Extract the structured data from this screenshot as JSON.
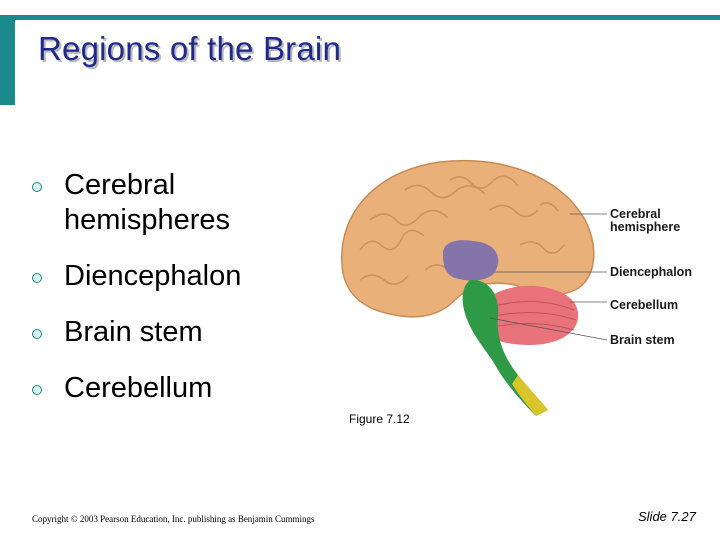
{
  "slide": {
    "title": "Regions of the Brain",
    "bullets": [
      "Cerebral hemispheres",
      "Diencephalon",
      "Brain stem",
      "Cerebellum"
    ],
    "figure_caption": "Figure 7.12",
    "copyright": "Copyright © 2003 Pearson Education, Inc. publishing as Benjamin Cummings",
    "slide_number": "Slide 7.27"
  },
  "figure": {
    "labels": {
      "cerebral_line1": "Cerebral",
      "cerebral_line2": "hemisphere",
      "diencephalon": "Diencephalon",
      "cerebellum": "Cerebellum",
      "brain_stem": "Brain stem"
    }
  },
  "colors": {
    "accent": "#1a8a8c",
    "title": "#1f2a8a",
    "cerebrum": "#e9b07a",
    "diencephalon": "#7b6fae",
    "cerebellum": "#e8737a",
    "brain_stem": "#2f9a46"
  }
}
